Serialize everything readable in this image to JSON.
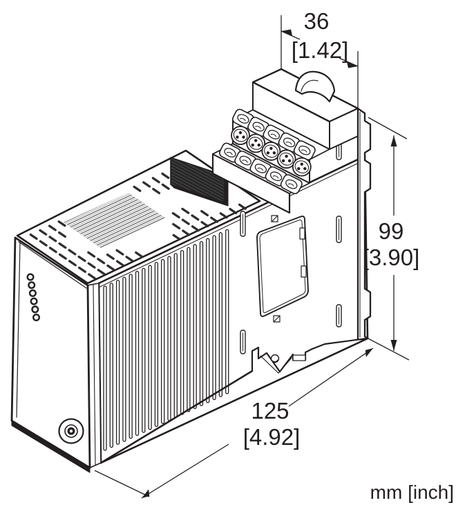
{
  "units_note": "mm [inch]",
  "dimensions": {
    "width": {
      "mm": "36",
      "inch": "[1.42]"
    },
    "height": {
      "mm": "99",
      "inch": "[3.90]"
    },
    "depth": {
      "mm": "125",
      "inch": "[4.92]"
    }
  },
  "figure": {
    "description": "Isometric technical line drawing of a DIN-rail mount module with two rows of screw terminals, vented housing, front LED column and DIN clip",
    "colors": {
      "line": "#231f20",
      "background": "#ffffff",
      "vent": "#2e2e2e"
    },
    "led_count": 6,
    "terminal_rows": 2,
    "terminals_per_row": 5,
    "screw_count": 5,
    "side_slat_count": 20,
    "side_slots": 5
  }
}
